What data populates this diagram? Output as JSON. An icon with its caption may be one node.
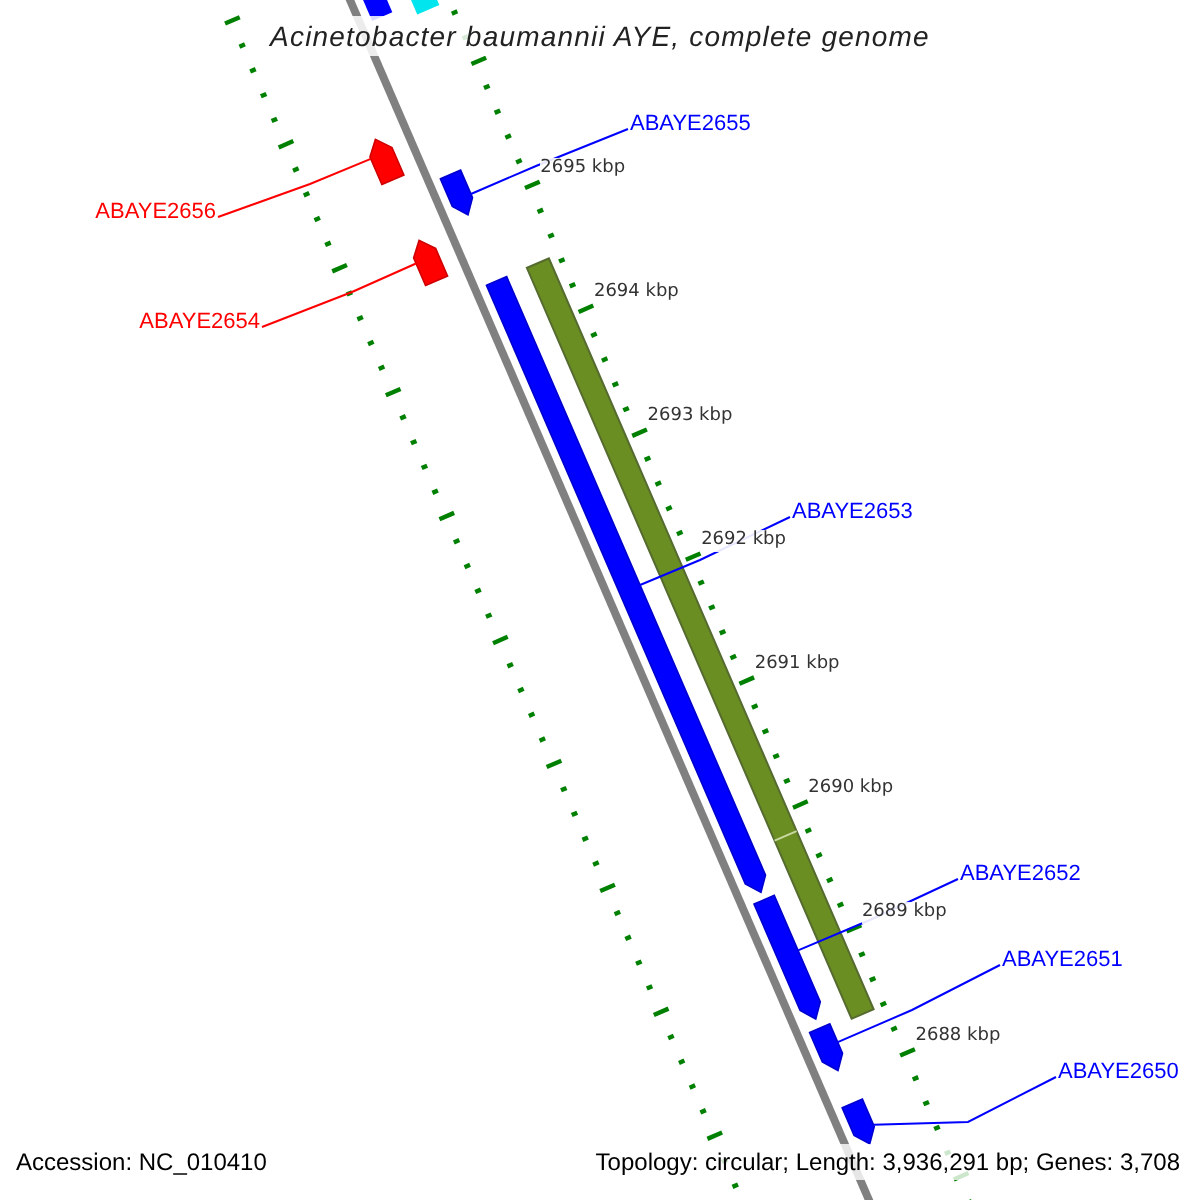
{
  "diagram": {
    "title": "Acinetobacter baumannii AYE, complete genome",
    "nodes": [
      {
        "text": [
          "ABAYE2655"
        ]
      },
      {
        "text": [
          "ABAYE2656"
        ]
      },
      {
        "text": [
          "ABAYE2654"
        ]
      },
      {
        "text": [
          "ABAYE2653"
        ]
      },
      {
        "text": [
          "ABAYE2652"
        ]
      },
      {
        "text": [
          "ABAYE2651"
        ]
      },
      {
        "text": [
          "ABAYE2650"
        ]
      },
      {
        "text": [],
        "shape": "bar"
      },
      {
        "text": [],
        "shape": "bar"
      },
      {
        "text": [],
        "shape": "bar"
      },
      {
        "text": [],
        "shape": "bar"
      },
      {
        "text": [],
        "shape": "bar"
      },
      {
        "text": [],
        "shape": "bar"
      },
      {
        "text": [],
        "shape": "bar"
      }
    ],
    "edges": [
      {
        "from": 0,
        "to": 8,
        "arrow": "none"
      },
      {
        "from": 1,
        "to": 7,
        "arrow": "none",
        "color": "#ff0000"
      },
      {
        "from": 2,
        "to": 9,
        "arrow": "none",
        "color": "#ff0000"
      },
      {
        "from": 3,
        "to": 10,
        "arrow": "none"
      },
      {
        "from": 4,
        "to": 11,
        "arrow": "none"
      },
      {
        "from": 5,
        "to": 12,
        "arrow": "none"
      },
      {
        "from": 6,
        "to": 13,
        "arrow": "none"
      }
    ],
    "labels": [
      "2695 kbp",
      "2694 kbp",
      "2693 kbp",
      "2692 kbp",
      "2691 kbp",
      "2690 kbp",
      "2689 kbp",
      "2688 kbp",
      "Accession: NC_010410",
      "Topology: circular; Length: 3,936,291 bp; Genes: 3,708"
    ]
  }
}
